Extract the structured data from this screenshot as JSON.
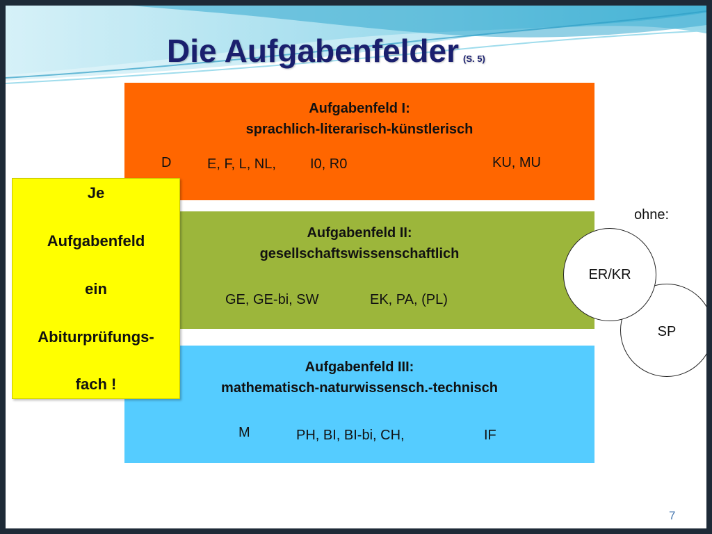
{
  "title": {
    "main": "Die Aufgabenfelder",
    "sub": "(S. 5)"
  },
  "fields": [
    {
      "title_line1": "Aufgabenfeld I:",
      "title_line2": "sprachlich-literarisch-künstlerisch",
      "items": [
        "D",
        "E, F, L, NL,",
        "I0, R0",
        "KU, MU"
      ],
      "color": "#ff6600"
    },
    {
      "title_line1": "Aufgabenfeld II:",
      "title_line2": "gesellschaftswissenschaftlich",
      "items": [
        "GE, GE-bi, SW",
        "EK, PA, (PL)"
      ],
      "color": "#9cb63b"
    },
    {
      "title_line1": "Aufgabenfeld III:",
      "title_line2": "mathematisch-naturwissensch.-technisch",
      "items": [
        "M",
        "PH, BI, BI-bi, CH,",
        "IF"
      ],
      "color": "#55ccff"
    }
  ],
  "note": {
    "lines": [
      "Je",
      "Aufgabenfeld",
      "ein",
      "Abiturprüfungs-",
      "fach !"
    ],
    "color": "#ffff00"
  },
  "without": {
    "label": "ohne:",
    "subjects": [
      "ER/KR",
      "SP"
    ]
  },
  "page_number": "7"
}
